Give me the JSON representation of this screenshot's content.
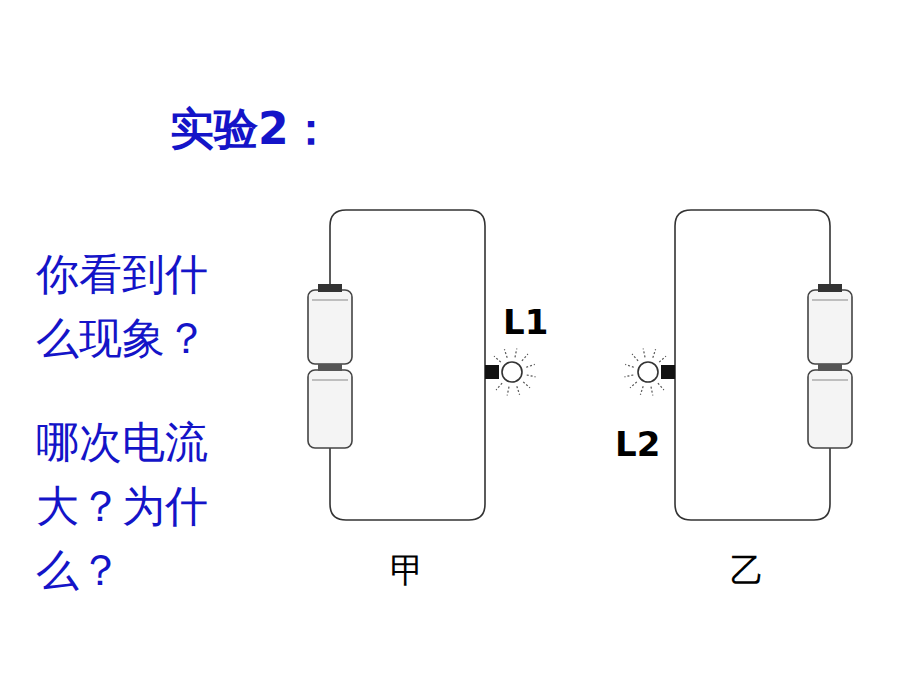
{
  "diagram": {
    "title": "实验2：",
    "labels": [
      "你看到什么现象？",
      "哪次电流大？为什么？",
      "L1",
      "L2",
      "甲",
      "乙"
    ]
  }
}
